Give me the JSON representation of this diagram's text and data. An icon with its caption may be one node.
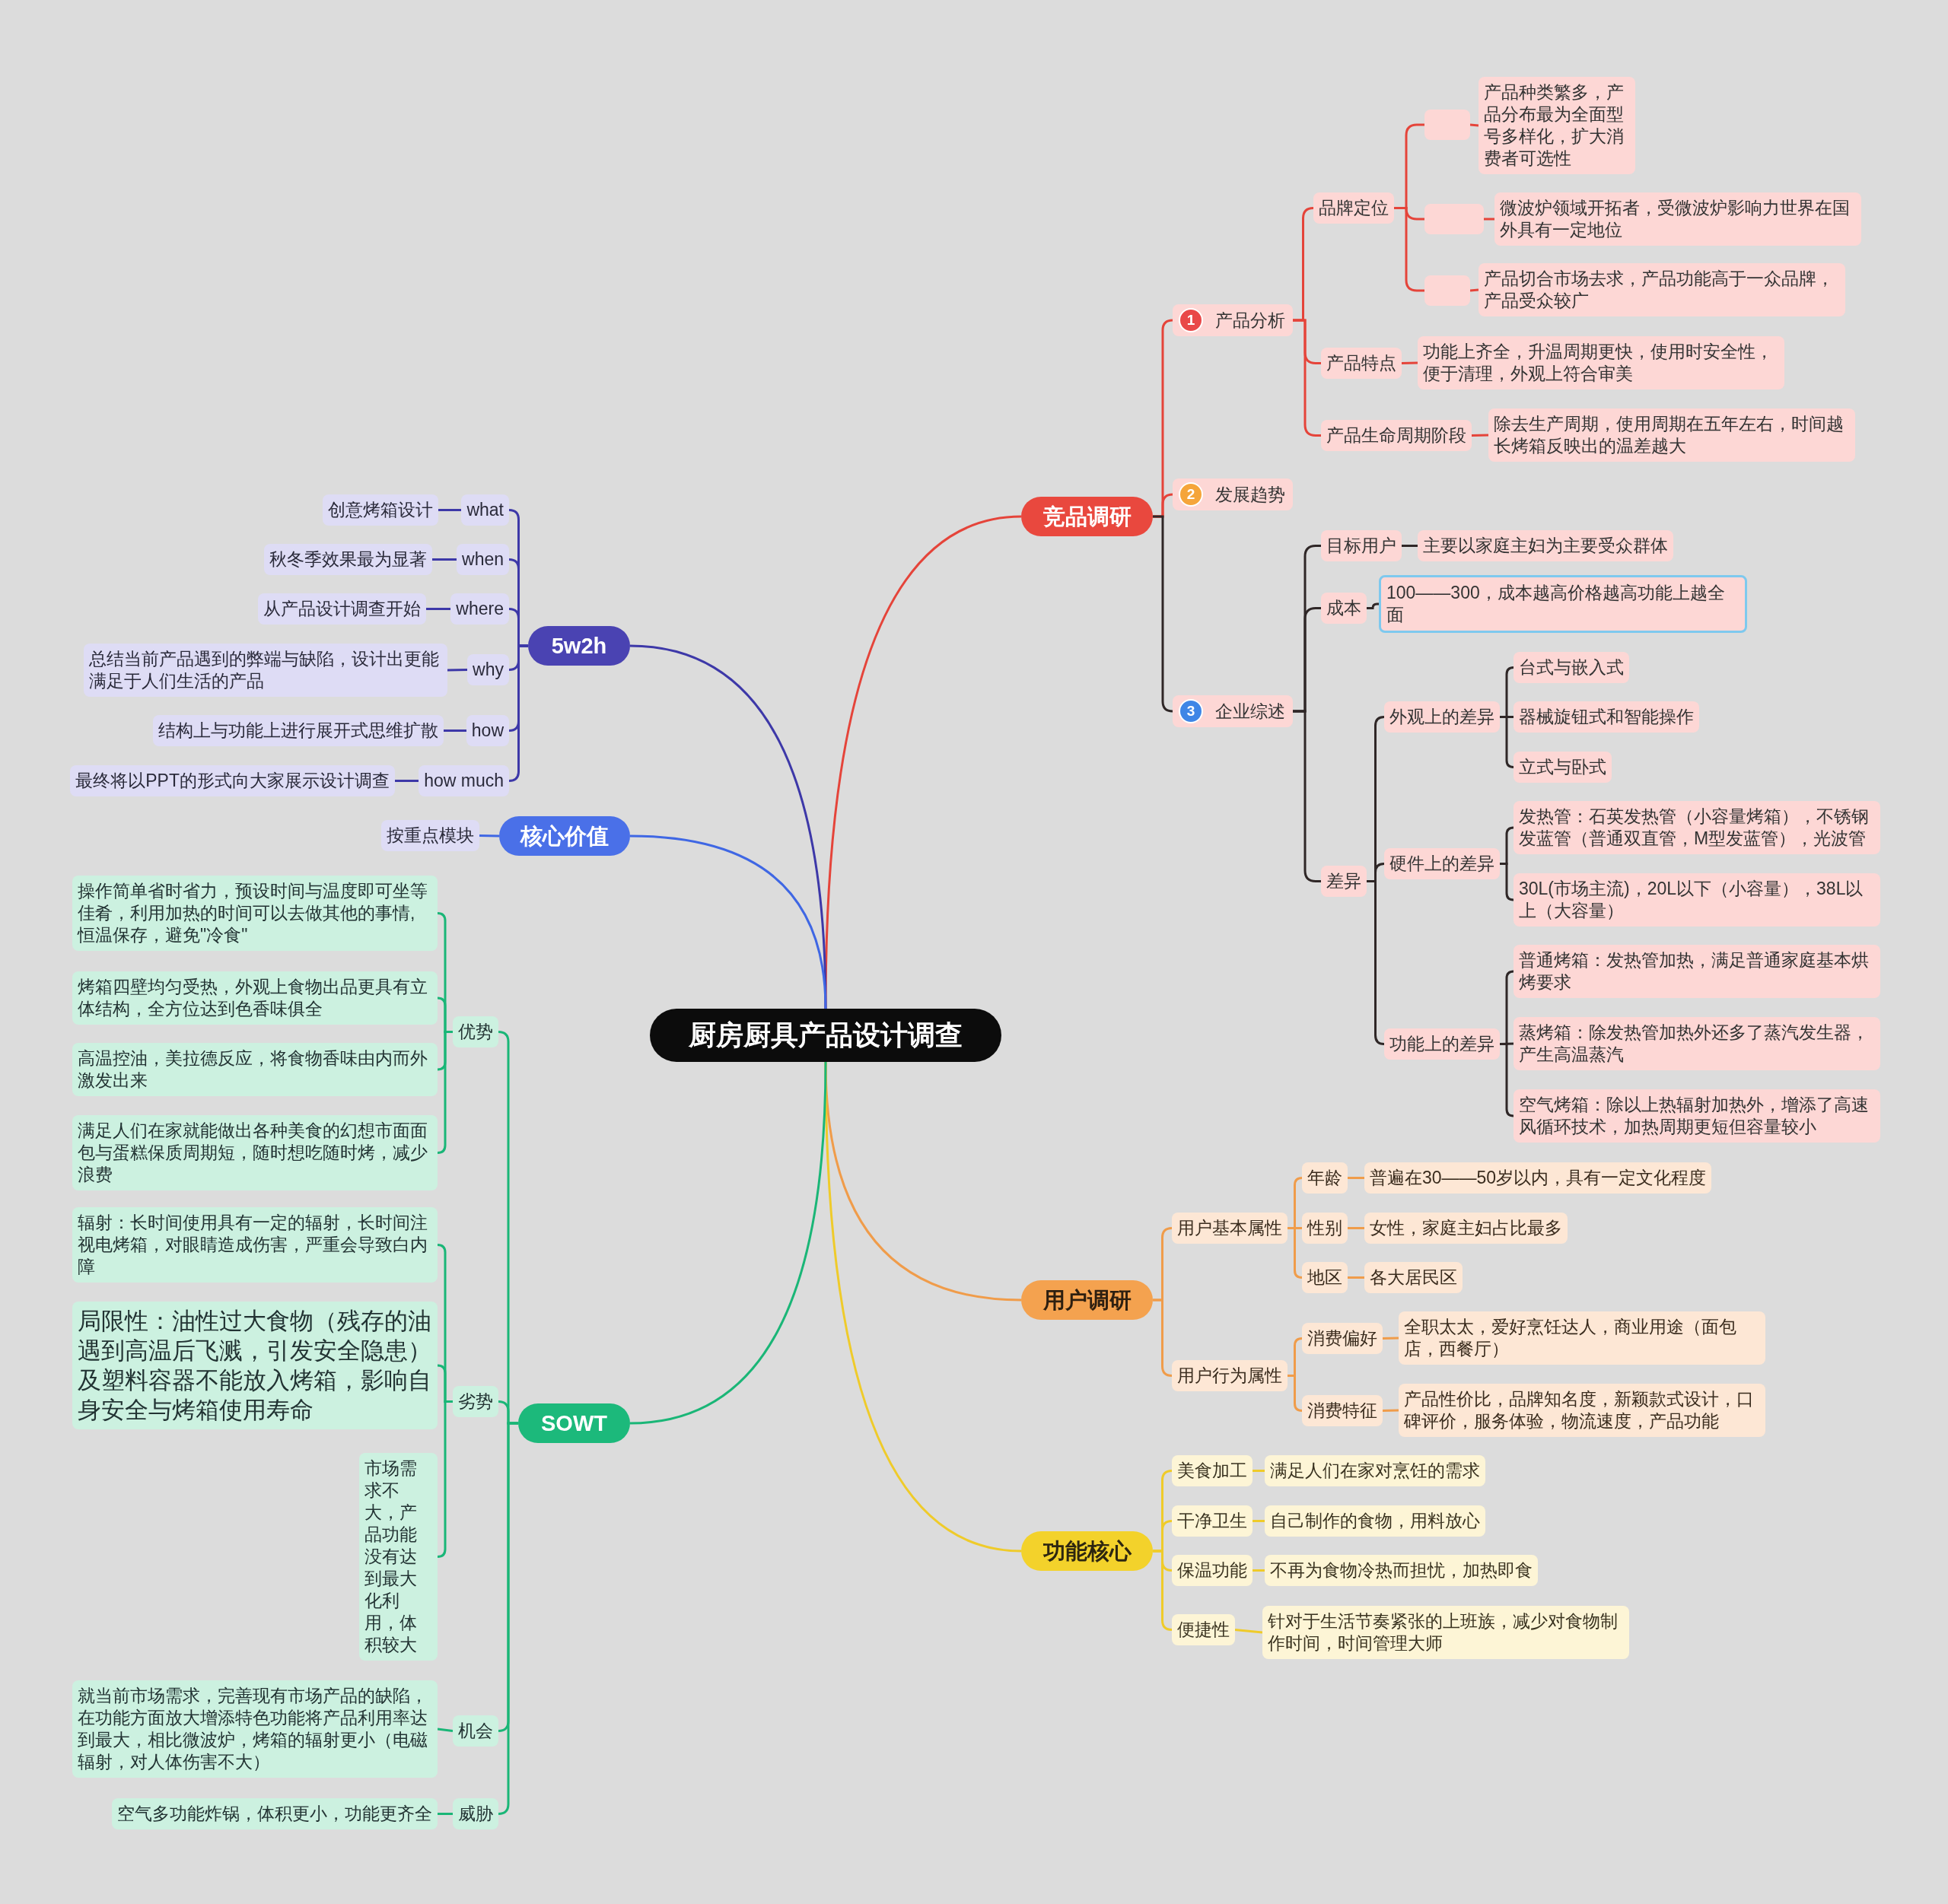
{
  "diagram": {
    "nodes": [
      {
        "text": [
          "厨房厨具产品设计调查"
        ]
      },
      {
        "text": [
          "竞品调研"
        ]
      },
      {
        "text": [
          "1",
          "产品分析"
        ]
      },
      {
        "text": [
          "品牌定位"
        ]
      },
      {
        "text": [],
        "shape": "box"
      },
      {
        "text": [
          "产品种类繁多，产品分布最为全面型号多样化，扩大消费者可选性"
        ]
      },
      {
        "text": [],
        "shape": "box"
      },
      {
        "text": [
          "微波炉领域开拓者，受微波炉影响力世界在国外具有一定地位"
        ]
      },
      {
        "text": [],
        "shape": "box"
      },
      {
        "text": [
          "产品切合市场去求，产品功能高于一众品牌，产品受众较广"
        ]
      },
      {
        "text": [
          "产品特点"
        ]
      },
      {
        "text": [
          "功能上齐全，升温周期更快，使用时安全性，便于清理，外观上符合审美"
        ]
      },
      {
        "text": [
          "产品生命周期阶段"
        ]
      },
      {
        "text": [
          "除去生产周期，使用周期在五年左右，时间越长烤箱反映出的温差越大"
        ]
      },
      {
        "text": [
          "2",
          "发展趋势"
        ]
      },
      {
        "text": [
          "3",
          "企业综述"
        ]
      },
      {
        "text": [
          "目标用户"
        ]
      },
      {
        "text": [
          "主要以家庭主妇为主要受众群体"
        ]
      },
      {
        "text": [
          "成本"
        ]
      },
      {
        "text": [
          "100——300，成本越高价格越高功能上越全面"
        ]
      },
      {
        "text": [
          "差异"
        ]
      },
      {
        "text": [
          "外观上的差异"
        ]
      },
      {
        "text": [
          "台式与嵌入式"
        ]
      },
      {
        "text": [
          "器械旋钮式和智能操作"
        ]
      },
      {
        "text": [
          "立式与卧式"
        ]
      },
      {
        "text": [
          "硬件上的差异"
        ]
      },
      {
        "text": [
          "发热管：石英发热管（小容量烤箱），不锈钢发蓝管（普通双直管，M型发蓝管），光波管"
        ]
      },
      {
        "text": [
          "30L(市场主流)，20L以下（小容量），38L以上（大容量）"
        ]
      },
      {
        "text": [
          "功能上的差异"
        ]
      },
      {
        "text": [
          "普通烤箱：发热管加热，满足普通家庭基本烘烤要求"
        ]
      },
      {
        "text": [
          "蒸烤箱：除发热管加热外还多了蒸汽发生器，产生高温蒸汽"
        ]
      },
      {
        "text": [
          "空气烤箱：除以上热辐射加热外，增添了高速风循环技术，加热周期更短但容量较小"
        ]
      },
      {
        "text": [
          "用户调研"
        ]
      },
      {
        "text": [
          "用户基本属性"
        ]
      },
      {
        "text": [
          "年龄"
        ]
      },
      {
        "text": [
          "普遍在30——50岁以内，具有一定文化程度"
        ]
      },
      {
        "text": [
          "性别"
        ]
      },
      {
        "text": [
          "女性，家庭主妇占比最多"
        ]
      },
      {
        "text": [
          "地区"
        ]
      },
      {
        "text": [
          "各大居民区"
        ]
      },
      {
        "text": [
          "用户行为属性"
        ]
      },
      {
        "text": [
          "消费偏好"
        ]
      },
      {
        "text": [
          "全职太太，爱好烹饪达人，商业用途（面包店，西餐厅）"
        ]
      },
      {
        "text": [
          "消费特征"
        ]
      },
      {
        "text": [
          "产品性价比，品牌知名度，新颖款式设计，口碑评价，服务体验，物流速度，产品功能"
        ]
      },
      {
        "text": [
          "功能核心"
        ]
      },
      {
        "text": [
          "美食加工"
        ]
      },
      {
        "text": [
          "满足人们在家对烹饪的需求"
        ]
      },
      {
        "text": [
          "干净卫生"
        ]
      },
      {
        "text": [
          "自己制作的食物，用料放心"
        ]
      },
      {
        "text": [
          "保温功能"
        ]
      },
      {
        "text": [
          "不再为食物冷热而担忧，加热即食"
        ]
      },
      {
        "text": [
          "便捷性"
        ]
      },
      {
        "text": [
          "针对于生活节奏紧张的上班族，减少对食物制作时间，时间管理大师"
        ]
      },
      {
        "text": [
          "5w2h"
        ]
      },
      {
        "text": [
          "what"
        ]
      },
      {
        "text": [
          "创意烤箱设计"
        ]
      },
      {
        "text": [
          "when"
        ]
      },
      {
        "text": [
          "秋冬季效果最为显著"
        ]
      },
      {
        "text": [
          "where"
        ]
      },
      {
        "text": [
          "从产品设计调查开始"
        ]
      },
      {
        "text": [
          "why"
        ]
      },
      {
        "text": [
          "总结当前产品遇到的弊端与缺陷，设计出更能满足于人们生活的产品"
        ]
      },
      {
        "text": [
          "how"
        ]
      },
      {
        "text": [
          "结构上与功能上进行展开式思维扩散"
        ]
      },
      {
        "text": [
          "how much"
        ]
      },
      {
        "text": [
          "最终将以PPT的形式向大家展示设计调查"
        ]
      },
      {
        "text": [
          "核心价值"
        ]
      },
      {
        "text": [
          "按重点模块"
        ]
      },
      {
        "text": [
          "SOWT"
        ]
      },
      {
        "text": [
          "优势"
        ]
      },
      {
        "text": [
          "操作简单省时省力，预设时间与温度即可坐等佳肴，利用加热的时间可以去做其他的事情,恒温保存，避免\"冷食\""
        ]
      },
      {
        "text": [
          "烤箱四壁均匀受热，外观上食物出品更具有立体结构，全方位达到色香味俱全"
        ]
      },
      {
        "text": [
          "高温控油，美拉德反应，将食物香味由内而外激发出来"
        ]
      },
      {
        "text": [
          "满足人们在家就能做出各种美食的幻想市面面包与蛋糕保质周期短，随时想吃随时烤，减少浪费"
        ]
      },
      {
        "text": [
          "劣势"
        ]
      },
      {
        "text": [
          "辐射：长时间使用具有一定的辐射，长时间注视电烤箱，对眼睛造成伤害，严重会导致白内障"
        ]
      },
      {
        "text": [
          "局限性：油性过大食物（残存的油遇到高温后飞溅，引发安全隐患）及塑料容器不能放入烤箱，影响自身安全与烤箱使用寿命"
        ]
      },
      {
        "text": [
          "市场需求不大，产品功能没有达到最大化利用，体积较大"
        ]
      },
      {
        "text": [
          "机会"
        ]
      },
      {
        "text": [
          "就当前市场需求，完善现有市场产品的缺陷，在功能方面放大增添特色功能将产品利用率达到最大，相比微波炉，烤箱的辐射更小（电磁辐射，对人体伤害不大）"
        ]
      },
      {
        "text": [
          "威胁"
        ]
      },
      {
        "text": [
          "空气多功能炸锅，体积更小，功能更齐全"
        ]
      }
    ],
    "edges": [
      {
        "from": 0,
        "to": 1,
        "arrow": "none",
        "color": "#e5443a"
      },
      {
        "from": 1,
        "to": 2,
        "arrow": "none",
        "color": "#e5443a"
      },
      {
        "from": 2,
        "to": 3,
        "arrow": "none",
        "color": "#e5443a"
      },
      {
        "from": 3,
        "to": 4,
        "arrow": "none",
        "color": "#e5443a"
      },
      {
        "from": 4,
        "to": 5,
        "arrow": "none",
        "color": "#e5443a"
      },
      {
        "from": 3,
        "to": 6,
        "arrow": "none",
        "color": "#e5443a"
      },
      {
        "from": 6,
        "to": 7,
        "arrow": "none",
        "color": "#e5443a"
      },
      {
        "from": 3,
        "to": 8,
        "arrow": "none",
        "color": "#e5443a"
      },
      {
        "from": 8,
        "to": 9,
        "arrow": "none",
        "color": "#e5443a"
      },
      {
        "from": 2,
        "to": 10,
        "arrow": "none",
        "color": "#e5443a"
      },
      {
        "from": 10,
        "to": 11,
        "arrow": "none",
        "color": "#e5443a"
      },
      {
        "from": 2,
        "to": 12,
        "arrow": "none",
        "color": "#e5443a"
      },
      {
        "from": 12,
        "to": 13,
        "arrow": "none",
        "color": "#e5443a"
      },
      {
        "from": 1,
        "to": 14,
        "arrow": "none",
        "color": "#e5443a"
      },
      {
        "from": 1,
        "to": 15,
        "arrow": "none",
        "color": "#2f2727"
      },
      {
        "from": 15,
        "to": 16,
        "arrow": "none",
        "color": "#2f2727"
      },
      {
        "from": 16,
        "to": 17,
        "arrow": "none",
        "color": "#2f2727"
      },
      {
        "from": 15,
        "to": 18,
        "arrow": "none",
        "color": "#2f2727"
      },
      {
        "from": 18,
        "to": 19,
        "arrow": "none",
        "color": "#2f2727"
      },
      {
        "from": 15,
        "to": 20,
        "arrow": "none",
        "color": "#2f2727"
      },
      {
        "from": 20,
        "to": 21,
        "arrow": "none",
        "color": "#2f2727"
      },
      {
        "from": 21,
        "to": 22,
        "arrow": "none",
        "color": "#2f2727"
      },
      {
        "from": 21,
        "to": 23,
        "arrow": "none",
        "color": "#2f2727"
      },
      {
        "from": 21,
        "to": 24,
        "arrow": "none",
        "color": "#2f2727"
      },
      {
        "from": 20,
        "to": 25,
        "arrow": "none",
        "color": "#2f2727"
      },
      {
        "from": 25,
        "to": 26,
        "arrow": "none",
        "color": "#2f2727"
      },
      {
        "from": 25,
        "to": 27,
        "arrow": "none",
        "color": "#2f2727"
      },
      {
        "from": 20,
        "to": 28,
        "arrow": "none",
        "color": "#2f2727"
      },
      {
        "from": 28,
        "to": 29,
        "arrow": "none",
        "color": "#2f2727"
      },
      {
        "from": 28,
        "to": 30,
        "arrow": "none",
        "color": "#2f2727"
      },
      {
        "from": 28,
        "to": 31,
        "arrow": "none",
        "color": "#2f2727"
      },
      {
        "from": 0,
        "to": 32,
        "arrow": "none",
        "color": "#f09c4a"
      },
      {
        "from": 32,
        "to": 33,
        "arrow": "none",
        "color": "#f09c4a"
      },
      {
        "from": 33,
        "to": 34,
        "arrow": "none",
        "color": "#f09c4a"
      },
      {
        "from": 34,
        "to": 35,
        "arrow": "none",
        "color": "#f09c4a"
      },
      {
        "from": 33,
        "to": 36,
        "arrow": "none",
        "color": "#f09c4a"
      },
      {
        "from": 36,
        "to": 37,
        "arrow": "none",
        "color": "#f09c4a"
      },
      {
        "from": 33,
        "to": 38,
        "arrow": "none",
        "color": "#f09c4a"
      },
      {
        "from": 38,
        "to": 39,
        "arrow": "none",
        "color": "#f09c4a"
      },
      {
        "from": 32,
        "to": 40,
        "arrow": "none",
        "color": "#f09c4a"
      },
      {
        "from": 40,
        "to": 41,
        "arrow": "none",
        "color": "#f09c4a"
      },
      {
        "from": 41,
        "to": 42,
        "arrow": "none",
        "color": "#f09c4a"
      },
      {
        "from": 40,
        "to": 43,
        "arrow": "none",
        "color": "#f09c4a"
      },
      {
        "from": 43,
        "to": 44,
        "arrow": "none",
        "color": "#f09c4a"
      },
      {
        "from": 0,
        "to": 45,
        "arrow": "none",
        "color": "#efcb2a"
      },
      {
        "from": 45,
        "to": 46,
        "arrow": "none",
        "color": "#efcb2a"
      },
      {
        "from": 46,
        "to": 47,
        "arrow": "none",
        "color": "#efcb2a"
      },
      {
        "from": 45,
        "to": 48,
        "arrow": "none",
        "color": "#efcb2a"
      },
      {
        "from": 48,
        "to": 49,
        "arrow": "none",
        "color": "#efcb2a"
      },
      {
        "from": 45,
        "to": 50,
        "arrow": "none",
        "color": "#efcb2a"
      },
      {
        "from": 50,
        "to": 51,
        "arrow": "none",
        "color": "#efcb2a"
      },
      {
        "from": 45,
        "to": 52,
        "arrow": "none",
        "color": "#efcb2a"
      },
      {
        "from": 52,
        "to": 53,
        "arrow": "none",
        "color": "#efcb2a"
      },
      {
        "from": 0,
        "to": 54,
        "arrow": "none",
        "color": "#3d38a8"
      },
      {
        "from": 54,
        "to": 55,
        "arrow": "none",
        "color": "#3d38a8"
      },
      {
        "from": 55,
        "to": 56,
        "arrow": "none",
        "color": "#3d38a8"
      },
      {
        "from": 54,
        "to": 57,
        "arrow": "none",
        "color": "#3d38a8"
      },
      {
        "from": 57,
        "to": 58,
        "arrow": "none",
        "color": "#3d38a8"
      },
      {
        "from": 54,
        "to": 59,
        "arrow": "none",
        "color": "#3d38a8"
      },
      {
        "from": 59,
        "to": 60,
        "arrow": "none",
        "color": "#3d38a8"
      },
      {
        "from": 54,
        "to": 61,
        "arrow": "none",
        "color": "#3d38a8"
      },
      {
        "from": 61,
        "to": 62,
        "arrow": "none",
        "color": "#3d38a8"
      },
      {
        "from": 54,
        "to": 63,
        "arrow": "none",
        "color": "#3d38a8"
      },
      {
        "from": 63,
        "to": 64,
        "arrow": "none",
        "color": "#3d38a8"
      },
      {
        "from": 54,
        "to": 65,
        "arrow": "none",
        "color": "#3d38a8"
      },
      {
        "from": 65,
        "to": 66,
        "arrow": "none",
        "color": "#3d38a8"
      },
      {
        "from": 0,
        "to": 67,
        "arrow": "none",
        "color": "#3f67e4"
      },
      {
        "from": 67,
        "to": 68,
        "arrow": "none",
        "color": "#3f67e4"
      },
      {
        "from": 0,
        "to": 69,
        "arrow": "none",
        "color": "#1ab677"
      },
      {
        "from": 69,
        "to": 70,
        "arrow": "none",
        "color": "#1ab677"
      },
      {
        "from": 70,
        "to": 71,
        "arrow": "none",
        "color": "#1ab677"
      },
      {
        "from": 70,
        "to": 72,
        "arrow": "none",
        "color": "#1ab677"
      },
      {
        "from": 70,
        "to": 73,
        "arrow": "none",
        "color": "#1ab677"
      },
      {
        "from": 70,
        "to": 74,
        "arrow": "none",
        "color": "#1ab677"
      },
      {
        "from": 69,
        "to": 75,
        "arrow": "none",
        "color": "#1ab677"
      },
      {
        "from": 75,
        "to": 76,
        "arrow": "none",
        "color": "#1ab677"
      },
      {
        "from": 75,
        "to": 77,
        "arrow": "none",
        "color": "#1ab677"
      },
      {
        "from": 75,
        "to": 78,
        "arrow": "none",
        "color": "#1ab677"
      },
      {
        "from": 69,
        "to": 79,
        "arrow": "none",
        "color": "#1ab677"
      },
      {
        "from": 79,
        "to": 80,
        "arrow": "none",
        "color": "#1ab677"
      },
      {
        "from": 69,
        "to": 81,
        "arrow": "none",
        "color": "#1ab677"
      },
      {
        "from": 81,
        "to": 82,
        "arrow": "none",
        "color": "#1ab677"
      }
    ]
  }
}
